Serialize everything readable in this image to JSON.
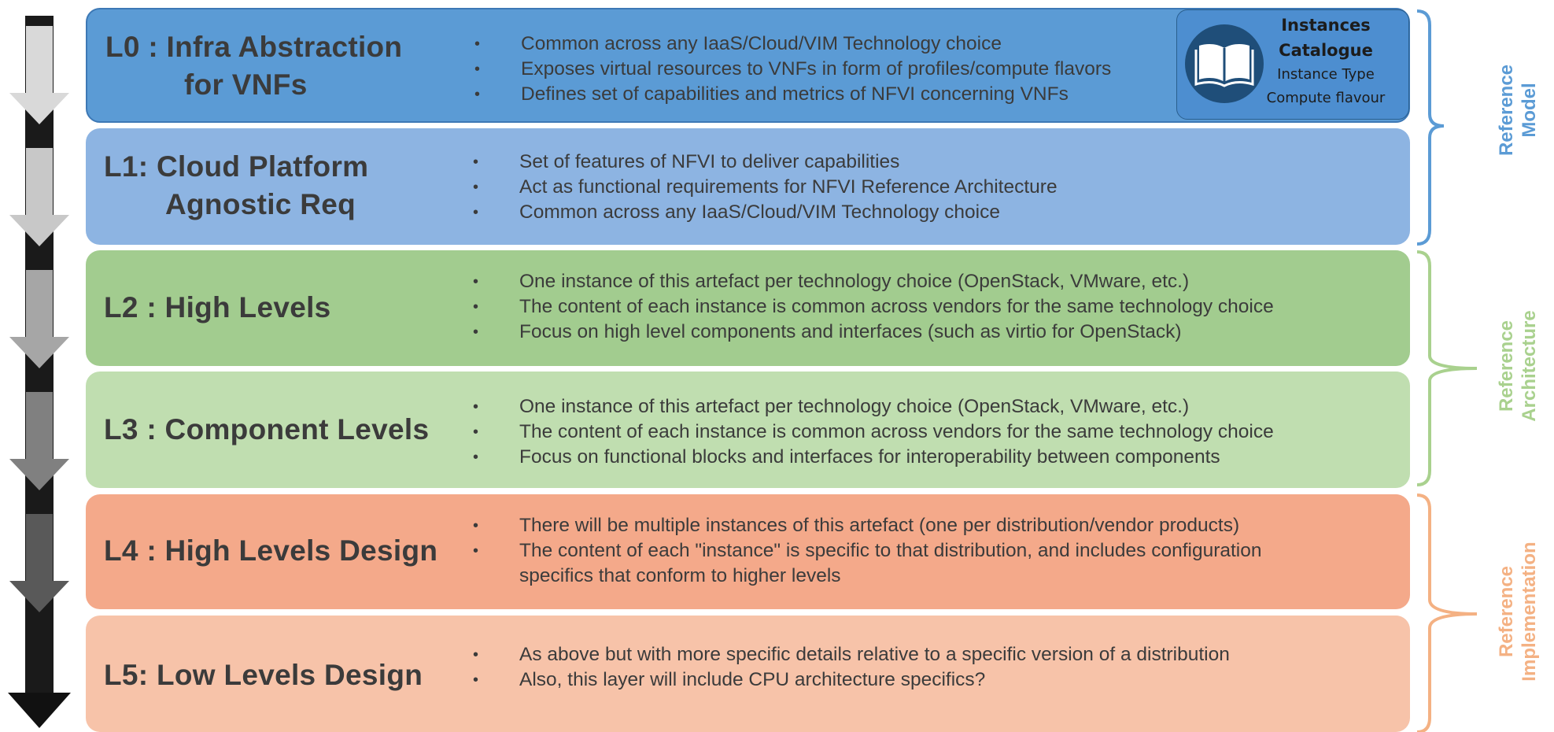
{
  "layers": [
    {
      "id": "L0",
      "title_line1": "L0 :  Infra Abstraction",
      "title_line2": "for VNFs",
      "color": "#5b9bd5",
      "bullets": [
        "Common across any IaaS/Cloud/VIM Technology choice",
        "Exposes virtual resources to VNFs in form of profiles/compute flavors",
        "Defines set of capabilities and metrics of NFVI concerning VNFs"
      ]
    },
    {
      "id": "L1",
      "title_line1": "L1: Cloud Platform",
      "title_line2": "Agnostic Req",
      "color": "#8db4e2",
      "bullets": [
        "Set of features of NFVI to deliver capabilities",
        "Act as functional requirements for NFVI Reference Architecture",
        "Common across any IaaS/Cloud/VIM Technology choice"
      ]
    },
    {
      "id": "L2",
      "title_line1": "L2 : High Levels",
      "color": "#a2cc8f",
      "bullets": [
        "One instance of this artefact per technology choice (OpenStack, VMware, etc.)",
        "The content of each instance is common across vendors for the same technology choice",
        "Focus on high level components and interfaces (such as virtio for OpenStack)"
      ]
    },
    {
      "id": "L3",
      "title_line1": "L3 : Component Levels",
      "color": "#c0deb0",
      "bullets": [
        "One instance of this artefact per technology choice (OpenStack, VMware, etc.)",
        "The content of each instance is common across vendors for the same technology choice",
        "Focus on functional blocks and interfaces for interoperability between components"
      ]
    },
    {
      "id": "L4",
      "title_line1": "L4 : High Levels Design",
      "color": "#f4a98a",
      "bullets": [
        "There will be multiple instances of this artefact (one per distribution/vendor products)",
        "The content of each \"instance\" is specific to that distribution, and includes configuration"
      ],
      "continuation": "specifics that conform to higher levels"
    },
    {
      "id": "L5",
      "title_line1": "L5: Low Levels Design",
      "color": "#f7c3a9",
      "bullets": [
        "As above but with more specific details relative to a specific version of a distribution",
        "Also, this layer will include CPU architecture specifics?"
      ]
    }
  ],
  "catalogue": {
    "title_line1": "Instances",
    "title_line2": "Catalogue",
    "sub_line1": "Instance Type",
    "sub_line2": "Compute flavour",
    "icon": "book-icon"
  },
  "groups": [
    {
      "line1": "Reference",
      "line2": "Model",
      "color": "#5b9bd5"
    },
    {
      "line1": "Reference",
      "line2": "Architecture",
      "color": "#a9d18e"
    },
    {
      "line1": "Reference",
      "line2": "Implementation",
      "color": "#f4b183"
    }
  ],
  "side_arrow": {
    "icon": "down-arrow-gradient-icon"
  }
}
